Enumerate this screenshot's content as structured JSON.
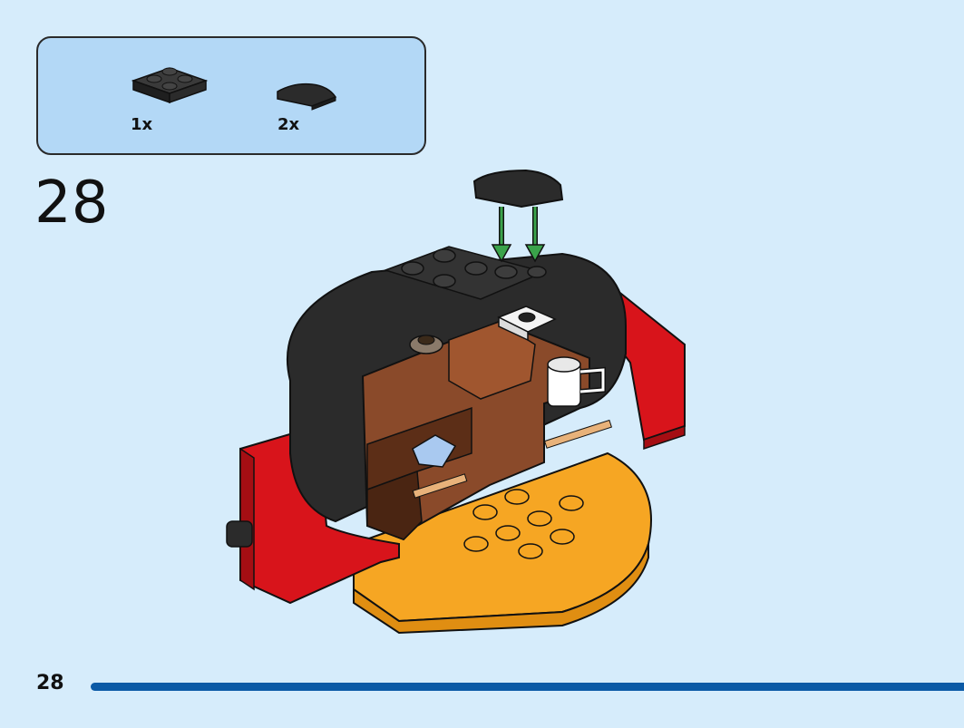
{
  "parts_list": {
    "items": [
      {
        "name": "plate-2x2-black",
        "quantity": "1x"
      },
      {
        "name": "curved-slope-1x2-black",
        "quantity": "2x"
      }
    ]
  },
  "step": {
    "number": "28"
  },
  "footer": {
    "page_number": "28"
  },
  "colors": {
    "background": "#d6ecfb",
    "parts_box": "#b3d8f6",
    "black_part": "#2b2b2b",
    "red": "#d8141b",
    "brown": "#8a4a2a",
    "orange_base": "#f6a623",
    "arrow_green": "#3aa34a",
    "page_bar": "#0b5aa6"
  }
}
